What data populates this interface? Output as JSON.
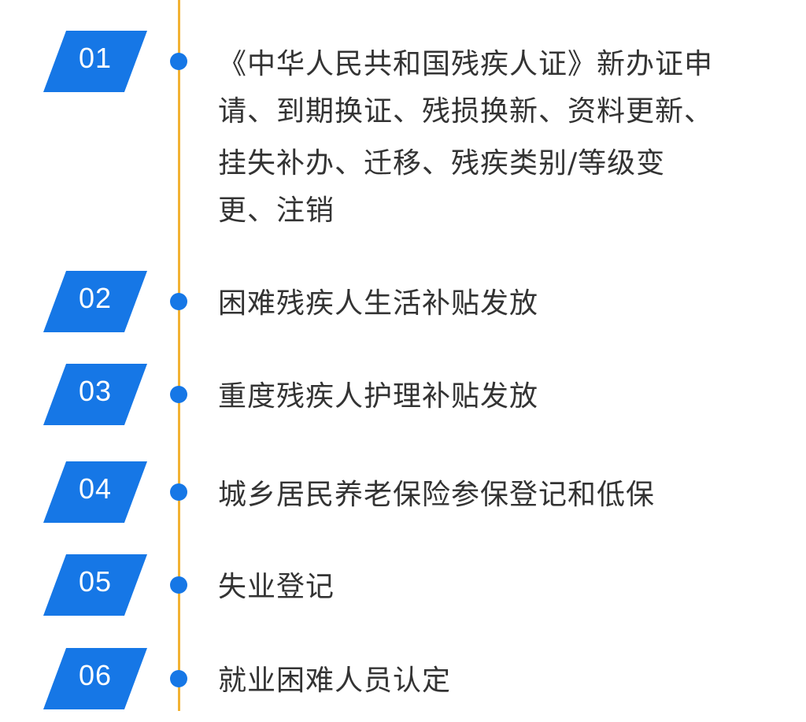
{
  "items": [
    {
      "number": "01",
      "lines": [
        "《中华人民共和国残疾人证》新办证申",
        "请、到期换证、残损换新、资料更新、",
        "挂失补办、迁移、残疾类别/等级变",
        "更、注销"
      ]
    },
    {
      "number": "02",
      "lines": [
        "困难残疾人生活补贴发放"
      ]
    },
    {
      "number": "03",
      "lines": [
        "重度残疾人护理补贴发放"
      ]
    },
    {
      "number": "04",
      "lines": [
        "城乡居民养老保险参保登记和低保"
      ]
    },
    {
      "number": "05",
      "lines": [
        "失业登记"
      ]
    },
    {
      "number": "06",
      "lines": [
        "就业困难人员认定"
      ]
    }
  ],
  "colors": {
    "badge": "#1677e6",
    "dot": "#1677e6",
    "timeline": "#f2b233",
    "text": "#333333"
  }
}
